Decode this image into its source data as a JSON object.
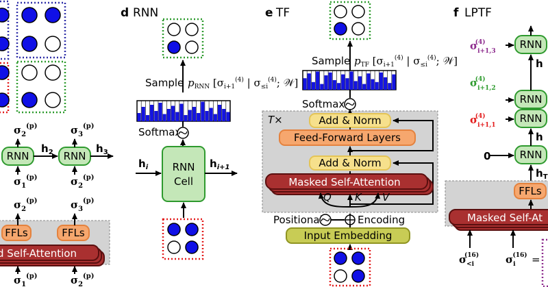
{
  "panels": {
    "d": {
      "letter": "d",
      "title": "RNN"
    },
    "e": {
      "letter": "e",
      "title": "TF"
    },
    "f": {
      "letter": "f",
      "title": "LPTF"
    }
  },
  "rnn": {
    "sample": "Sample",
    "softmax": "Softmax",
    "cell_line1": "RNN",
    "cell_line2": "Cell",
    "h_in": "h",
    "h_in_sub": "i",
    "h_out": "h",
    "h_out_sub": "i+1",
    "prob_p": "p",
    "prob_sub": "RNN"
  },
  "tf": {
    "sample": "Sample",
    "softmax": "Softmax",
    "t_times": "T×",
    "add_norm": "Add & Norm",
    "ffl": "Feed-Forward Layers",
    "msa": "Masked Self-Attention",
    "q": "Q",
    "k": "K",
    "v": "V",
    "positional": "Positional",
    "encoding": "Encoding",
    "input_embedding": "Input Embedding",
    "prob_p": "p",
    "prob_sub": "TF"
  },
  "left": {
    "rnn": "RNN",
    "h2": "h",
    "h2_sub": "2",
    "h3": "h",
    "h3_sub": "3",
    "ffls": "FFLs",
    "msa_partial": "d Self-Attention"
  },
  "lptf": {
    "rnn": "RNN",
    "ffls": "FFLs",
    "msa_partial": "Masked Self-At",
    "zero": "0",
    "sigma_sub_1": "i+1,1",
    "sigma_sub_2": "i+1,2",
    "sigma_sub_3": "i+1,3",
    "h_partial": "h",
    "hT": "h",
    "hT_sub": "T",
    "sigma_lt": "σ",
    "sigma_lt_sub": "<i",
    "sigma_i": "σ",
    "sigma_i_sub": "i",
    "eq": "="
  },
  "colors": {
    "spin_up": "#1010e6",
    "green_box": "#c4e7b8",
    "orange_box": "#f6a76e",
    "yellow_box": "#f6e08c",
    "attention": "#a93030",
    "embedding": "#c8cc55",
    "gray_block": "#d3d3d3"
  }
}
